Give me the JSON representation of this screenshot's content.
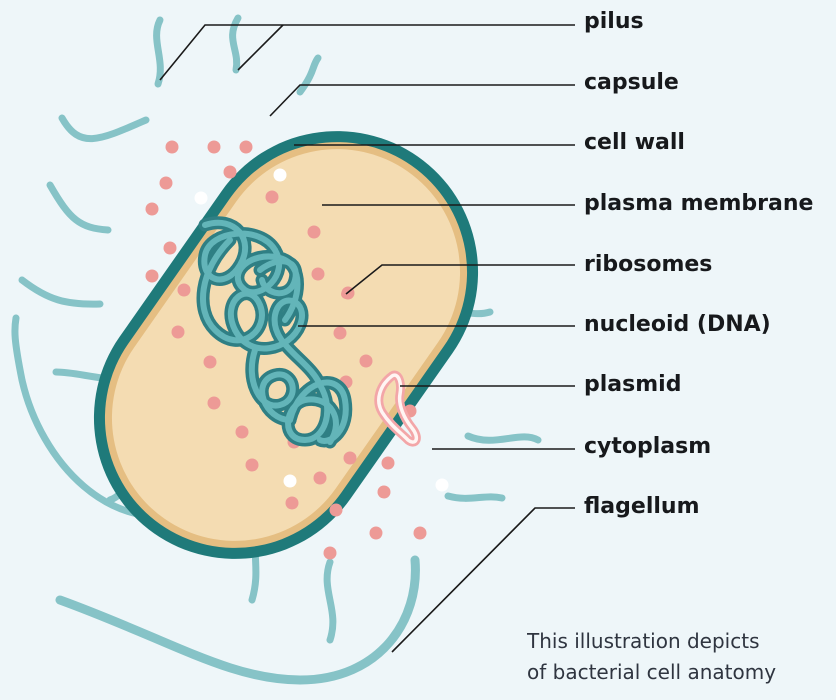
{
  "labels": {
    "pilus": "pilus",
    "capsule": "capsule",
    "cell_wall": "cell wall",
    "plasma_membrane": "plasma membrane",
    "ribosomes": "ribosomes",
    "nucleoid": "nucleoid (DNA)",
    "plasmid": "plasmid",
    "cytoplasm": "cytoplasm",
    "flagellum": "flagellum"
  },
  "caption": {
    "line1": "This illustration depicts",
    "line2": "of bacterial cell anatomy"
  },
  "colors": {
    "background": "#eef6f9",
    "capsule": "#1f7a7a",
    "cell_wall": "#e5be82",
    "cytoplasm": "#f4dcb2",
    "appendage": "#86c3c7",
    "dna": "#4a9ea3",
    "ribosome": "#ed9a96",
    "plasmid": "#f3a6a8",
    "leader_line": "#1a1a1a"
  }
}
